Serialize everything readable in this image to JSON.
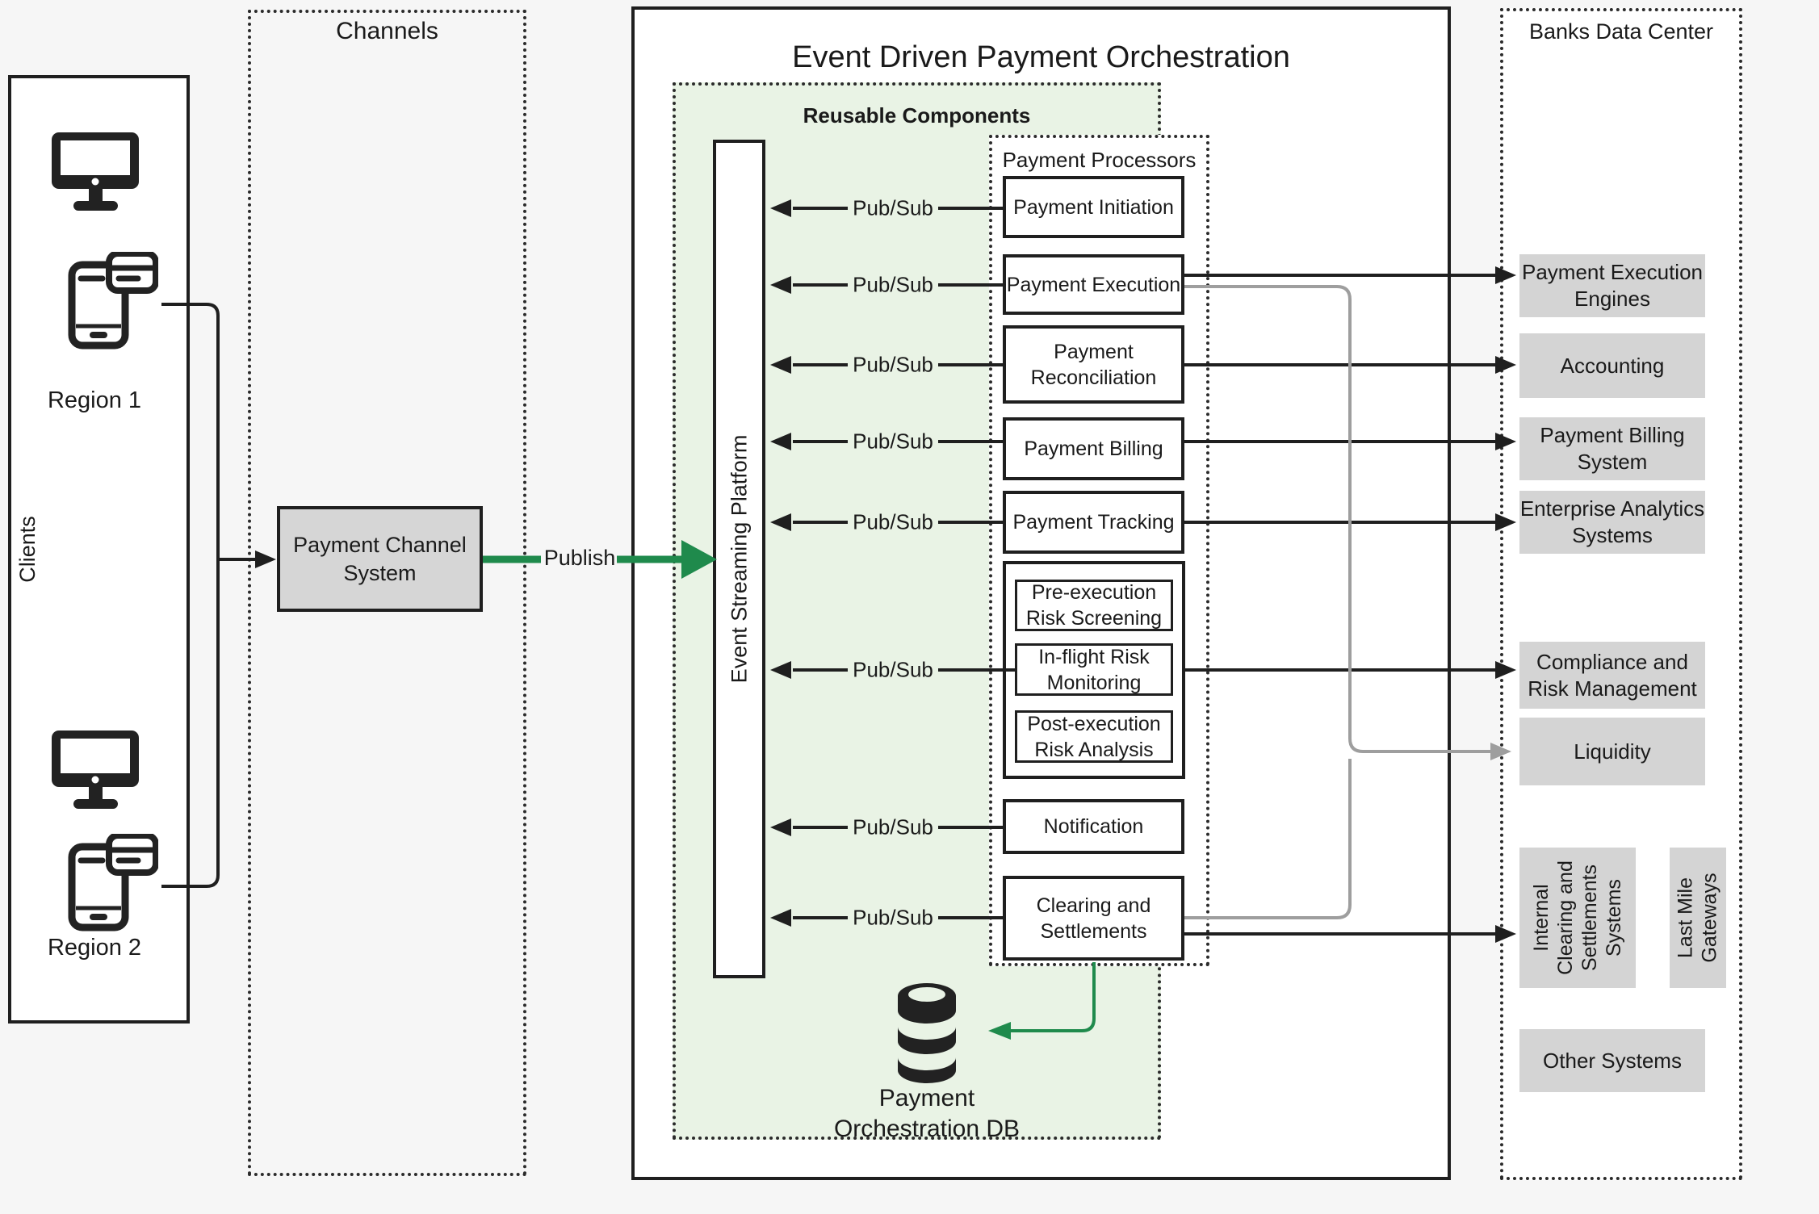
{
  "clients": {
    "label": "Clients",
    "region1": "Region 1",
    "region2": "Region 2"
  },
  "channels": {
    "title": "Channels",
    "payment_channel_system": "Payment Channel System"
  },
  "publish_label": "Publish",
  "orchestration": {
    "title": "Event Driven Payment Orchestration",
    "reusable_title": "Reusable Components",
    "esp_label": "Event Streaming Platform",
    "pubsub_label": "Pub/Sub",
    "processors_title": "Payment Processors",
    "processors": {
      "initiation": "Payment Initiation",
      "execution": "Payment Execution",
      "reconciliation": "Payment Reconciliation",
      "billing": "Payment Billing",
      "tracking": "Payment Tracking",
      "risk": {
        "pre": "Pre-execution Risk Screening",
        "inflight": "In-flight Risk Monitoring",
        "post": "Post-execution Risk Analysis"
      },
      "notification": "Notification",
      "clearing": "Clearing and Settlements"
    },
    "db_label_line1": "Payment",
    "db_label_line2": "Orchestration DB"
  },
  "banks": {
    "title": "Banks Data Center",
    "systems": {
      "execution_engines": "Payment Execution Engines",
      "accounting": "Accounting",
      "billing_system": "Payment Billing System",
      "analytics": "Enterprise Analytics Systems",
      "compliance": "Compliance and Risk Management",
      "liquidity": "Liquidity",
      "internal_clearing": "Internal Clearing and Settlements Systems",
      "last_mile": "Last Mile Gateways",
      "other": "Other Systems"
    }
  },
  "colors": {
    "accent_green": "#1f8a4c",
    "light_green": "#e9f3e5",
    "box_gray": "#d6d6d6",
    "line_gray": "#9e9e9e"
  }
}
